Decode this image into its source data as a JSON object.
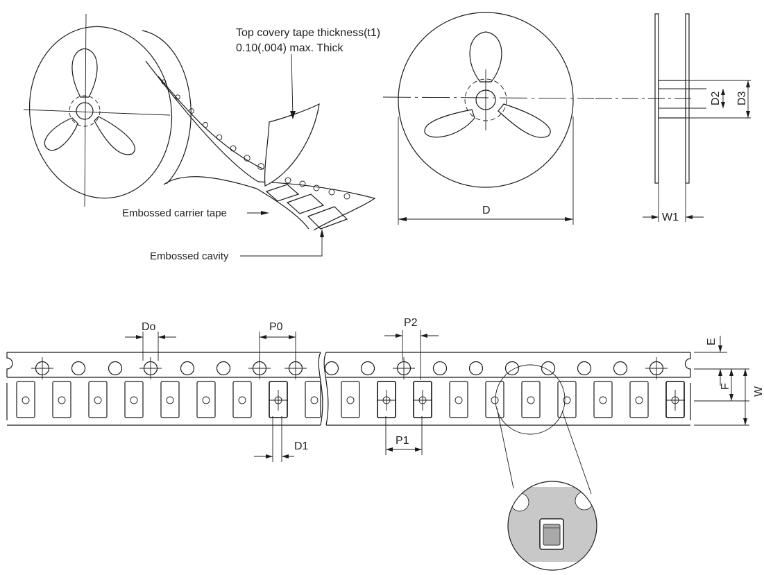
{
  "reel_labels": {
    "top_cover_line1": "Top covery tape thickness(t1)",
    "top_cover_line2": "0.10(.004) max. Thick",
    "carrier_tape": "Embossed carrier tape",
    "cavity": "Embossed cavity"
  },
  "dimensions": {
    "D": "D",
    "D2": "D2",
    "D3": "D3",
    "W1": "W1",
    "Do": "Do",
    "P0": "P0",
    "P2": "P2",
    "D1": "D1",
    "P1": "P1",
    "E": "E",
    "F": "F",
    "W": "W"
  },
  "colors": {
    "line": "#1a1a1a",
    "detail_gray": "#c8c8c8",
    "component_body": "#a9a9a9"
  }
}
